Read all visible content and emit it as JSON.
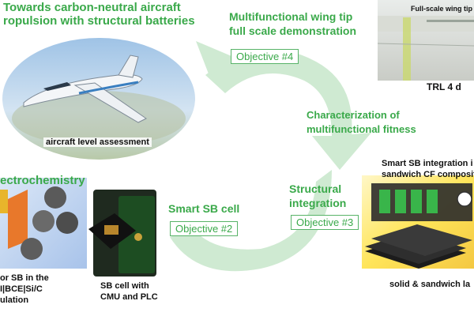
{
  "colors": {
    "accent_green": "#3aa94a",
    "arrow_green": "#cfead2",
    "sky_blue": "#5b95c9"
  },
  "titles": {
    "top_left_line1": "Towards carbon-neutral aircraft",
    "top_left_line2": "ropulsion with structural batteries",
    "wing_tip_line1": "Multifunctional wing tip",
    "wing_tip_line2": "full scale demonstration",
    "characterization_line1": "Characterization of",
    "characterization_line2": "multifunctional fitness",
    "structural_line1": "Structural",
    "structural_line2": "integration",
    "smart_cell": "Smart SB cell",
    "electrochemistry": "ectrochemistry"
  },
  "objectives": {
    "obj4": "Objective #4",
    "obj3": "Objective #3",
    "obj2": "Objective #2"
  },
  "labels": {
    "aircraft_assessment": "aircraft level assessment",
    "full_scale_wing_tip": "Full-scale wing tip",
    "trl": "TRL 4 d",
    "smart_sb_integration_line1": "Smart SB integration i",
    "smart_sb_integration_line2": "sandwich CF composit",
    "solid_sandwich": "solid & sandwich la",
    "sb_cell_line1": "SB cell with",
    "sb_cell_line2": "CMU and PLC",
    "sb_left_line1": "or SB in the",
    "sb_left_line2": "I|BCE|Si/C",
    "sb_left_line3": "ulation"
  }
}
